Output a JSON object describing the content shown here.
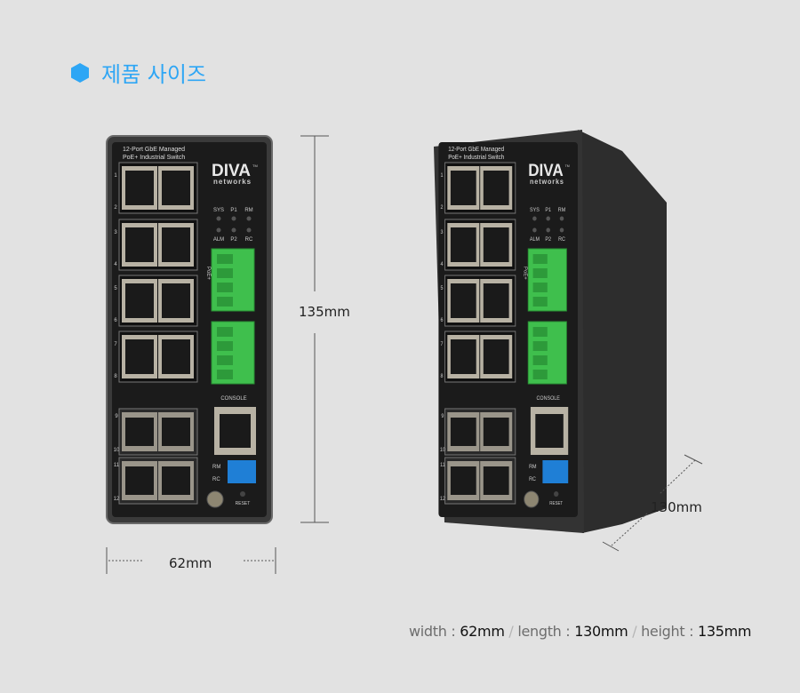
{
  "header": {
    "title": "제품 사이즈",
    "bullet_icon": "hexagon-icon",
    "accent": "#2ea6f5"
  },
  "device": {
    "model_line1": "12-Port GbE Managed",
    "model_line2": "PoE+ Industrial Switch",
    "brand": "DIVA",
    "brand_sub": "networks",
    "tm": "TM",
    "leds_top": [
      "SYS",
      "P1",
      "RM"
    ],
    "leds_bottom": [
      "ALM",
      "P2",
      "RC"
    ],
    "console": "CONSOLE",
    "rm": "RM",
    "rc": "RC",
    "reset": "RESET",
    "poe": "PoE+",
    "port_numbers": [
      "1",
      "2",
      "3",
      "4",
      "5",
      "6",
      "7",
      "8"
    ],
    "sfp_numbers": [
      "9",
      "10",
      "11",
      "12"
    ]
  },
  "dimensions": {
    "height": "135mm",
    "width": "62mm",
    "length": "130mm"
  },
  "spec": {
    "width_label": "width :",
    "width_value": "62mm",
    "length_label": "length :",
    "length_value": "130mm",
    "height_label": "height :",
    "height_value": "135mm",
    "separator": "/"
  }
}
